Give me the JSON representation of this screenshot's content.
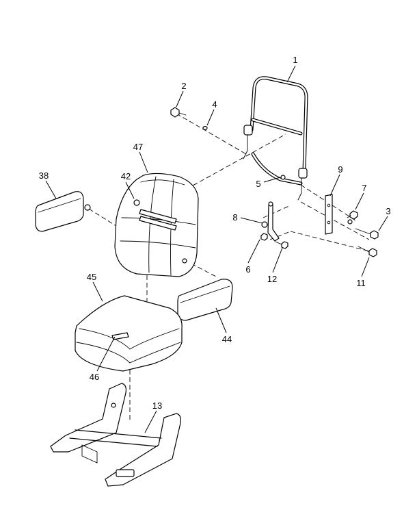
{
  "diagram": {
    "callouts": [
      {
        "id": "c1",
        "label": "1"
      },
      {
        "id": "c2",
        "label": "2"
      },
      {
        "id": "c3",
        "label": "3"
      },
      {
        "id": "c4",
        "label": "4"
      },
      {
        "id": "c5",
        "label": "5"
      },
      {
        "id": "c6",
        "label": "6"
      },
      {
        "id": "c7",
        "label": "7"
      },
      {
        "id": "c8",
        "label": "8"
      },
      {
        "id": "c9",
        "label": "9"
      },
      {
        "id": "c11",
        "label": "11"
      },
      {
        "id": "c12",
        "label": "12"
      },
      {
        "id": "c13",
        "label": "13"
      },
      {
        "id": "c38",
        "label": "38"
      },
      {
        "id": "c42",
        "label": "42"
      },
      {
        "id": "c44",
        "label": "44"
      },
      {
        "id": "c45",
        "label": "45"
      },
      {
        "id": "c46",
        "label": "46"
      },
      {
        "id": "c47",
        "label": "47"
      }
    ]
  }
}
